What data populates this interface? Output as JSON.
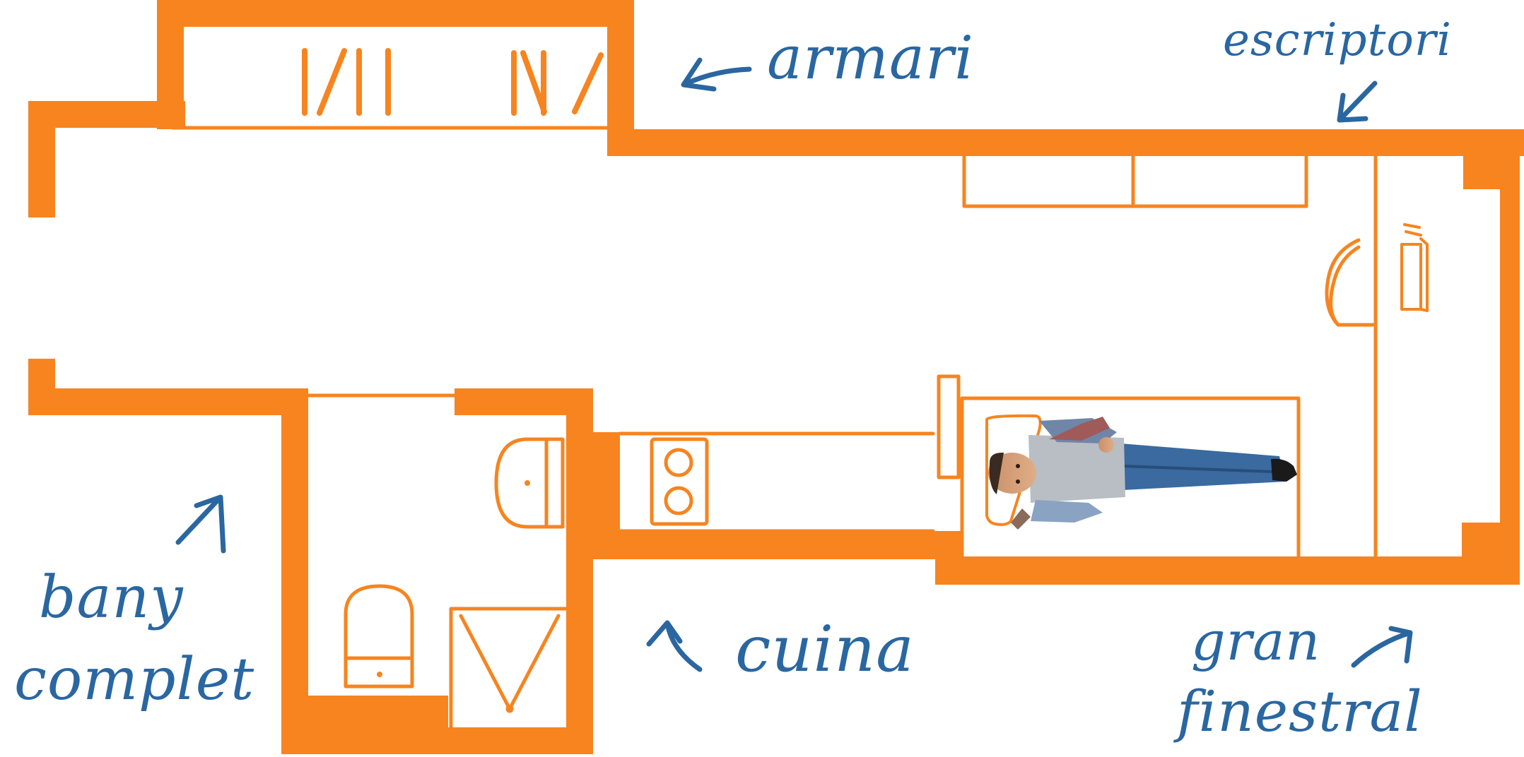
{
  "colors": {
    "walls": "#f7841f",
    "annotation": "#2a67a1",
    "background": "#ffffff"
  },
  "labels": {
    "wardrobe": "armari",
    "desk": "escriptori",
    "bathroom_line1": "bany",
    "bathroom_line2": "complet",
    "kitchen": "cuina",
    "window_line1": "gran",
    "window_line2": "finestral"
  },
  "icons": [
    "arrow-icon",
    "person-figure",
    "toilet-icon",
    "sink-icon",
    "shower-icon",
    "stove-icon",
    "chair-icon",
    "bed-icon"
  ]
}
